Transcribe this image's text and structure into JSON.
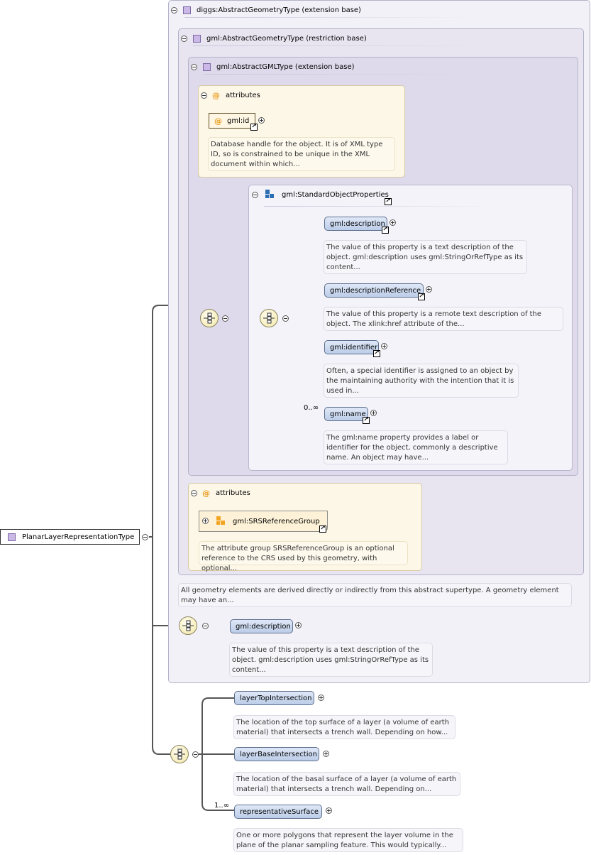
{
  "root": {
    "label": "PlanarLayerRepresentationType"
  },
  "extension_base": {
    "title": "diggs:AbstractGeometryType (extension base)"
  },
  "restriction_base": {
    "title": "gml:AbstractGeometryType (restriction base)"
  },
  "gml_base": {
    "title": "gml:AbstractGMLType (extension base)"
  },
  "attributes_top": {
    "title": "attributes",
    "item": {
      "label": "gml:id",
      "doc": "Database handle for the object. It is of XML type ID, so is constrained to be unique in the XML document within which..."
    }
  },
  "standard_props": {
    "title": "gml:StandardObjectProperties",
    "items": [
      {
        "label": "gml:description",
        "doc": "The value of this property is a text description of the object. gml:description uses gml:StringOrRefType as its content..."
      },
      {
        "label": "gml:descriptionReference",
        "doc": "The value of this property is a remote text description of the object. The xlink:href attribute of the..."
      },
      {
        "label": "gml:identifier",
        "doc": "Often, a special identifier is assigned to an object by the maintaining authority with the intention that it is used in..."
      },
      {
        "label": "gml:name",
        "doc": "The gml:name property provides a label or identifier for the object, commonly a descriptive name. An object may have...",
        "multiplicity": "0..∞"
      }
    ]
  },
  "attributes_bottom": {
    "title": "attributes",
    "item": {
      "label": "gml:SRSReferenceGroup",
      "doc": "The attribute group SRSReferenceGroup is an optional reference to the CRS used by this geometry, with optional..."
    }
  },
  "abstract_doc": "All geometry elements are derived directly or indirectly from this abstract supertype. A geometry element may have an...",
  "diggs_description": {
    "label": "gml:description",
    "doc": "The value of this property is a text description of the object. gml:description uses gml:StringOrRefType as its content..."
  },
  "layer_elements": [
    {
      "label": "layerTopIntersection",
      "doc": "The location of the top surface of a layer (a volume of earth material) that intersects a trench wall. Depending on how..."
    },
    {
      "label": "layerBaseIntersection",
      "doc": "The location of the basal surface of a layer (a volume of earth material) that intersects a trench wall. Depending on..."
    },
    {
      "label": "representativeSurface",
      "doc": "One or more polygons that represent the layer volume in the plane of the planar sampling feature. This would typically...",
      "multiplicity": "1..∞"
    }
  ]
}
